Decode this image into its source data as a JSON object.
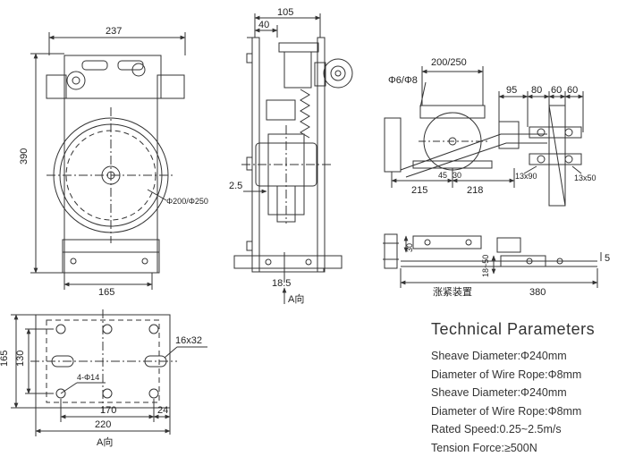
{
  "dims": {
    "top_width": "237",
    "height_left": "390",
    "bottom_width": "165",
    "sheave_diam": "Φ200/Φ250",
    "side_top": "105",
    "side_inner": "40",
    "side_offset": "2.5",
    "side_bottom": "18.5",
    "view_arrow": "A向",
    "rope_diam": "Φ6/Φ8",
    "span": "200/250",
    "d95": "95",
    "d80": "80",
    "d60a": "60",
    "d60b": "60",
    "d215": "215",
    "d218": "218",
    "d45": "45",
    "d30": "30",
    "slot_13x90": "13x90",
    "slot_13x50": "13x50",
    "small_30": "30",
    "range_18_50": "18~50",
    "d380": "380",
    "d5": "5",
    "tension_device": "涨紧装置",
    "base_165": "165",
    "base_130": "130",
    "slot_16x32": "16x32",
    "holes": "4-Φ14",
    "base_170": "170",
    "base_24": "24",
    "base_220": "220",
    "base_view": "A向"
  },
  "tech": {
    "title": "Technical Parameters",
    "rows": [
      "Sheave Diameter:Φ240mm",
      "Diameter of Wire Rope:Φ8mm",
      "Sheave Diameter:Φ240mm",
      "Diameter of Wire Rope:Φ8mm",
      "Rated Speed:0.25~2.5m/s",
      "Tension Force:≥500N"
    ]
  }
}
